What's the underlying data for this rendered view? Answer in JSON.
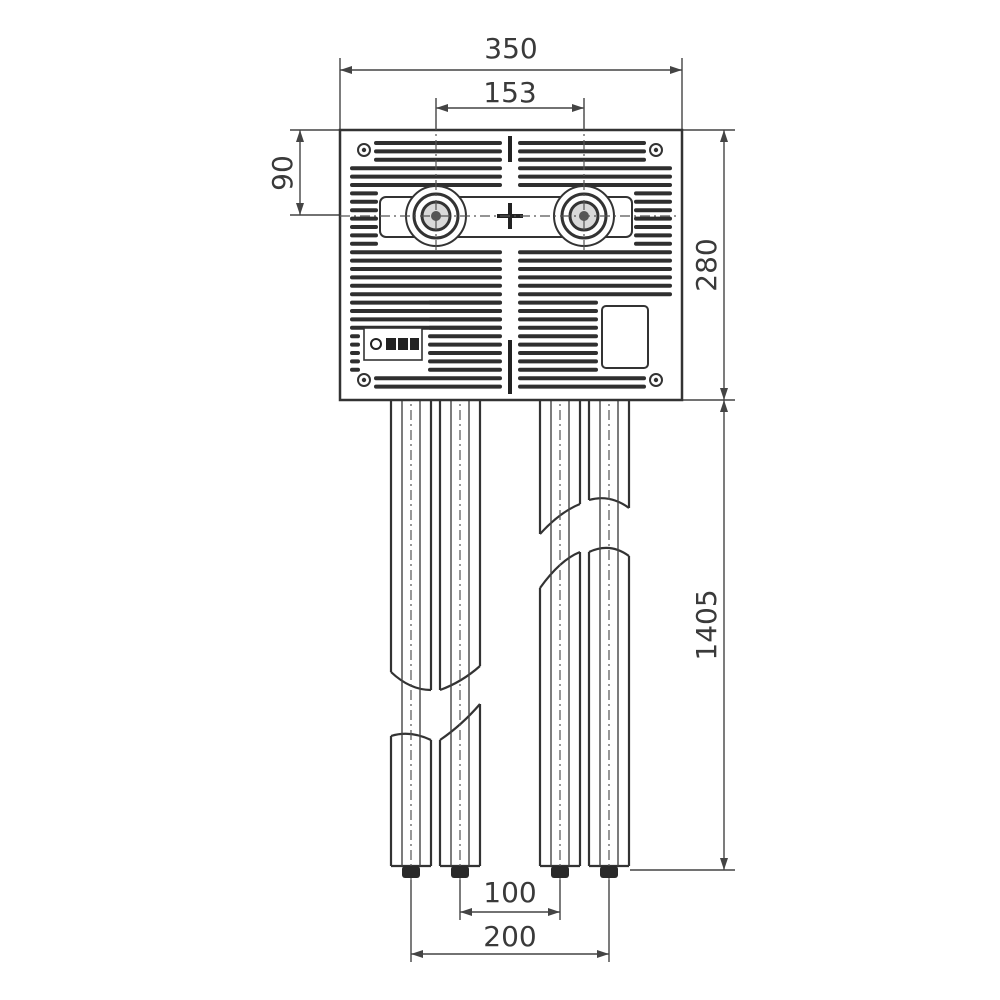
{
  "dimensions": {
    "overall_width": "350",
    "connection_spacing": "153",
    "height_to_axis": "90",
    "box_height": "280",
    "pipe_length": "1405",
    "pipe_spacing_inner": "100",
    "pipe_spacing_outer": "200"
  }
}
